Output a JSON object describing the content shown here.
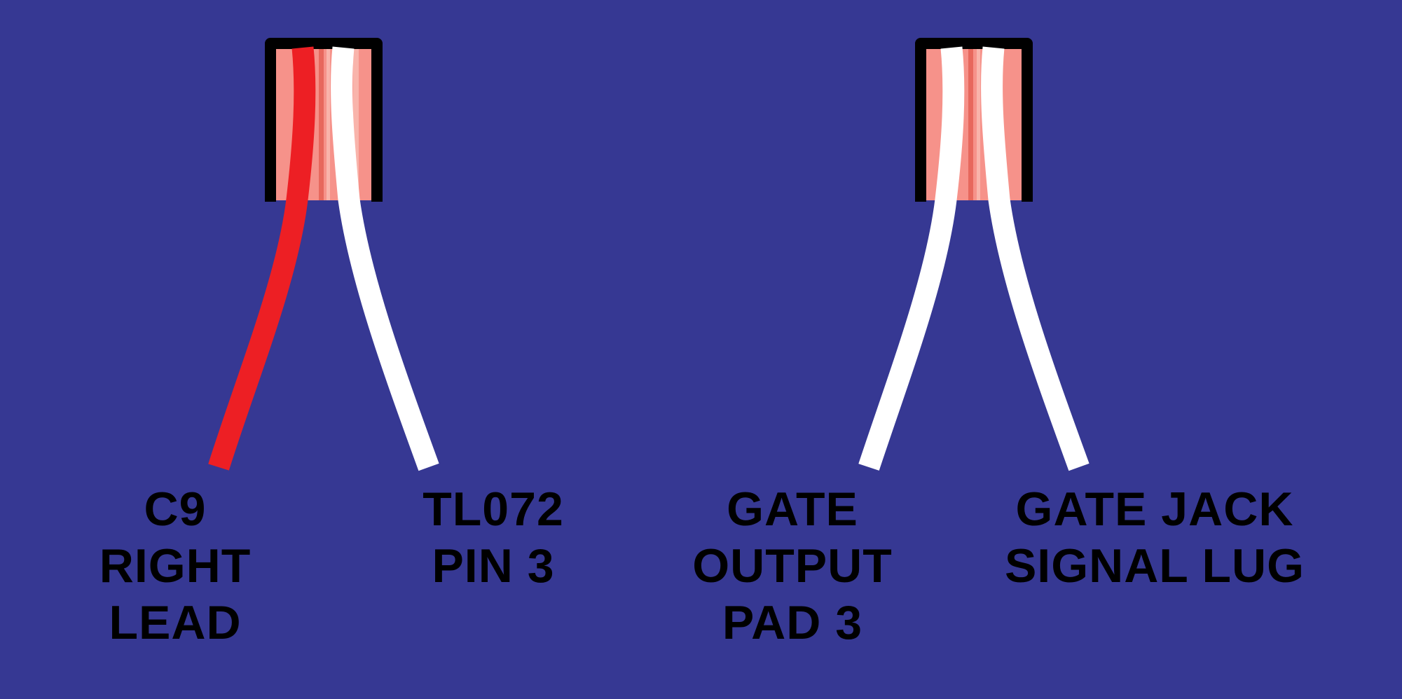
{
  "colors": {
    "background": "#363893",
    "connector_outline": "#000000",
    "connector_fill": "#f6928a",
    "connector_stripe_dark": "#e7685d",
    "connector_stripe_light": "#f9b4ab",
    "wire_red": "#ed1f24",
    "wire_white": "#ffffff"
  },
  "connectors": [
    {
      "name": "connector-1",
      "wires": [
        {
          "color": "red",
          "label_lines": [
            "C9",
            "RIGHT",
            "LEAD"
          ]
        },
        {
          "color": "white",
          "label_lines": [
            "TL072",
            "PIN 3"
          ]
        }
      ]
    },
    {
      "name": "connector-2",
      "wires": [
        {
          "color": "white",
          "label_lines": [
            "GATE",
            "OUTPUT",
            "PAD 3"
          ]
        },
        {
          "color": "white",
          "label_lines": [
            "GATE JACK",
            "SIGNAL LUG"
          ]
        }
      ]
    }
  ]
}
